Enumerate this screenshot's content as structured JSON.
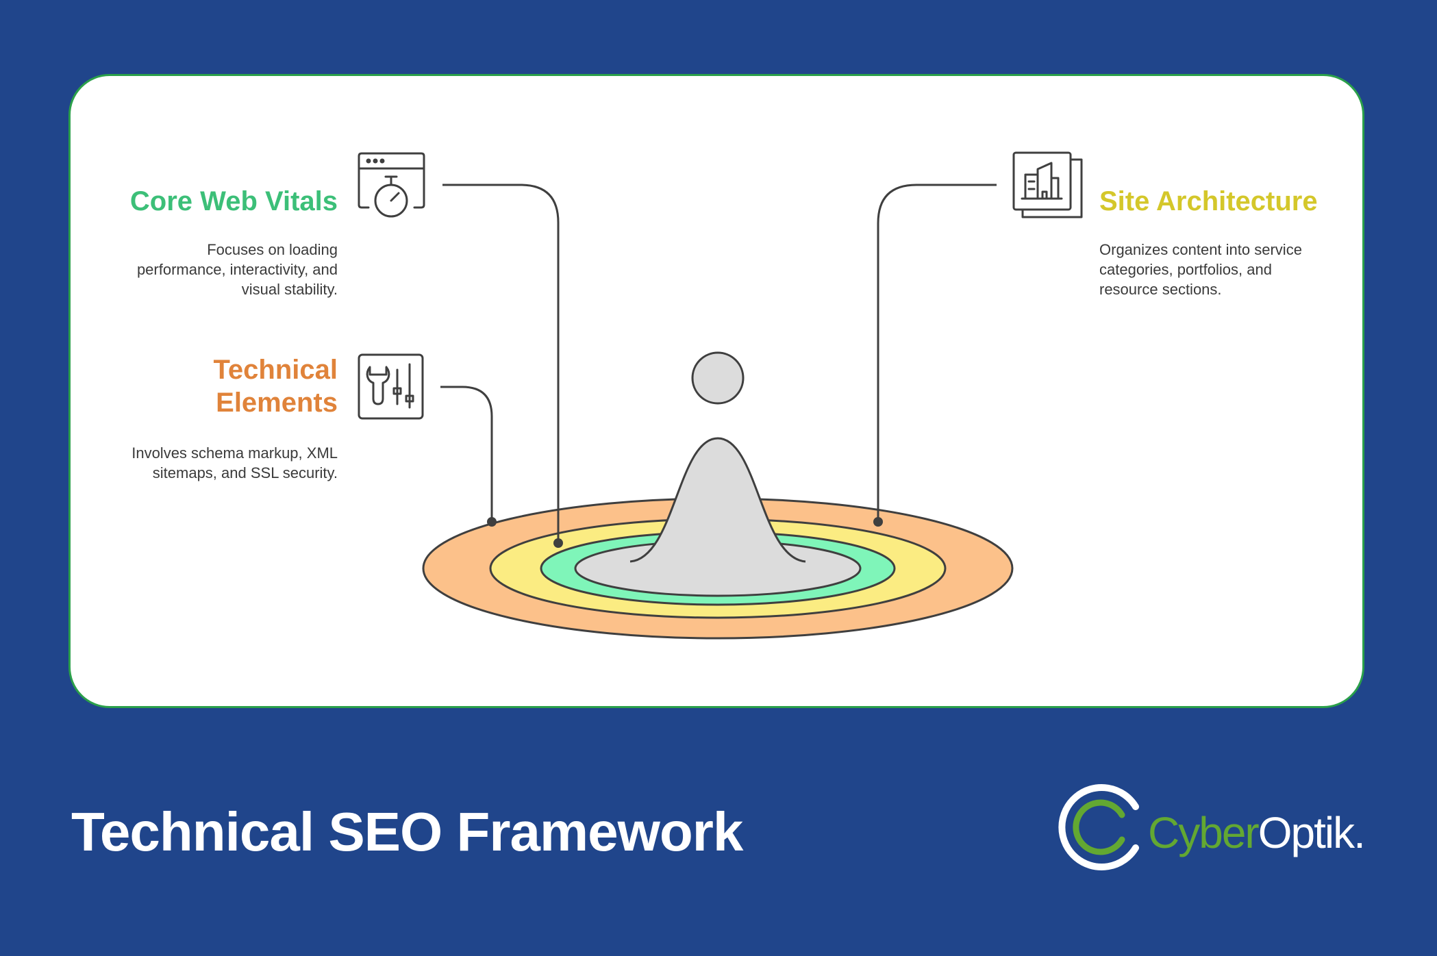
{
  "items": [
    {
      "title": "Core Web Vitals",
      "description": "Focuses on loading performance, interactivity, and visual stability.",
      "color": "#3cbf78",
      "icon": "browser-stopwatch-icon"
    },
    {
      "title": "Technical Elements",
      "description": "Involves schema markup, XML sitemaps, and SSL security.",
      "color": "#e0833a",
      "icon": "wrench-sliders-icon"
    },
    {
      "title": "Site Architecture",
      "description": "Organizes content into service categories, portfolios, and resource sections.",
      "color": "#d4c72a",
      "icon": "building-document-icon"
    }
  ],
  "rings": [
    {
      "color": "#fcc18a"
    },
    {
      "color": "#fbec82"
    },
    {
      "color": "#7ff5b9"
    },
    {
      "color": "#dcdcdc"
    }
  ],
  "footer": {
    "title": "Technical SEO Framework",
    "logo_part1": "Cyber",
    "logo_part2": "Optik.",
    "logo_color": "#63a832"
  },
  "colors": {
    "background": "#20458b",
    "card_border": "#2ba04a",
    "line": "#3f3f3f"
  }
}
